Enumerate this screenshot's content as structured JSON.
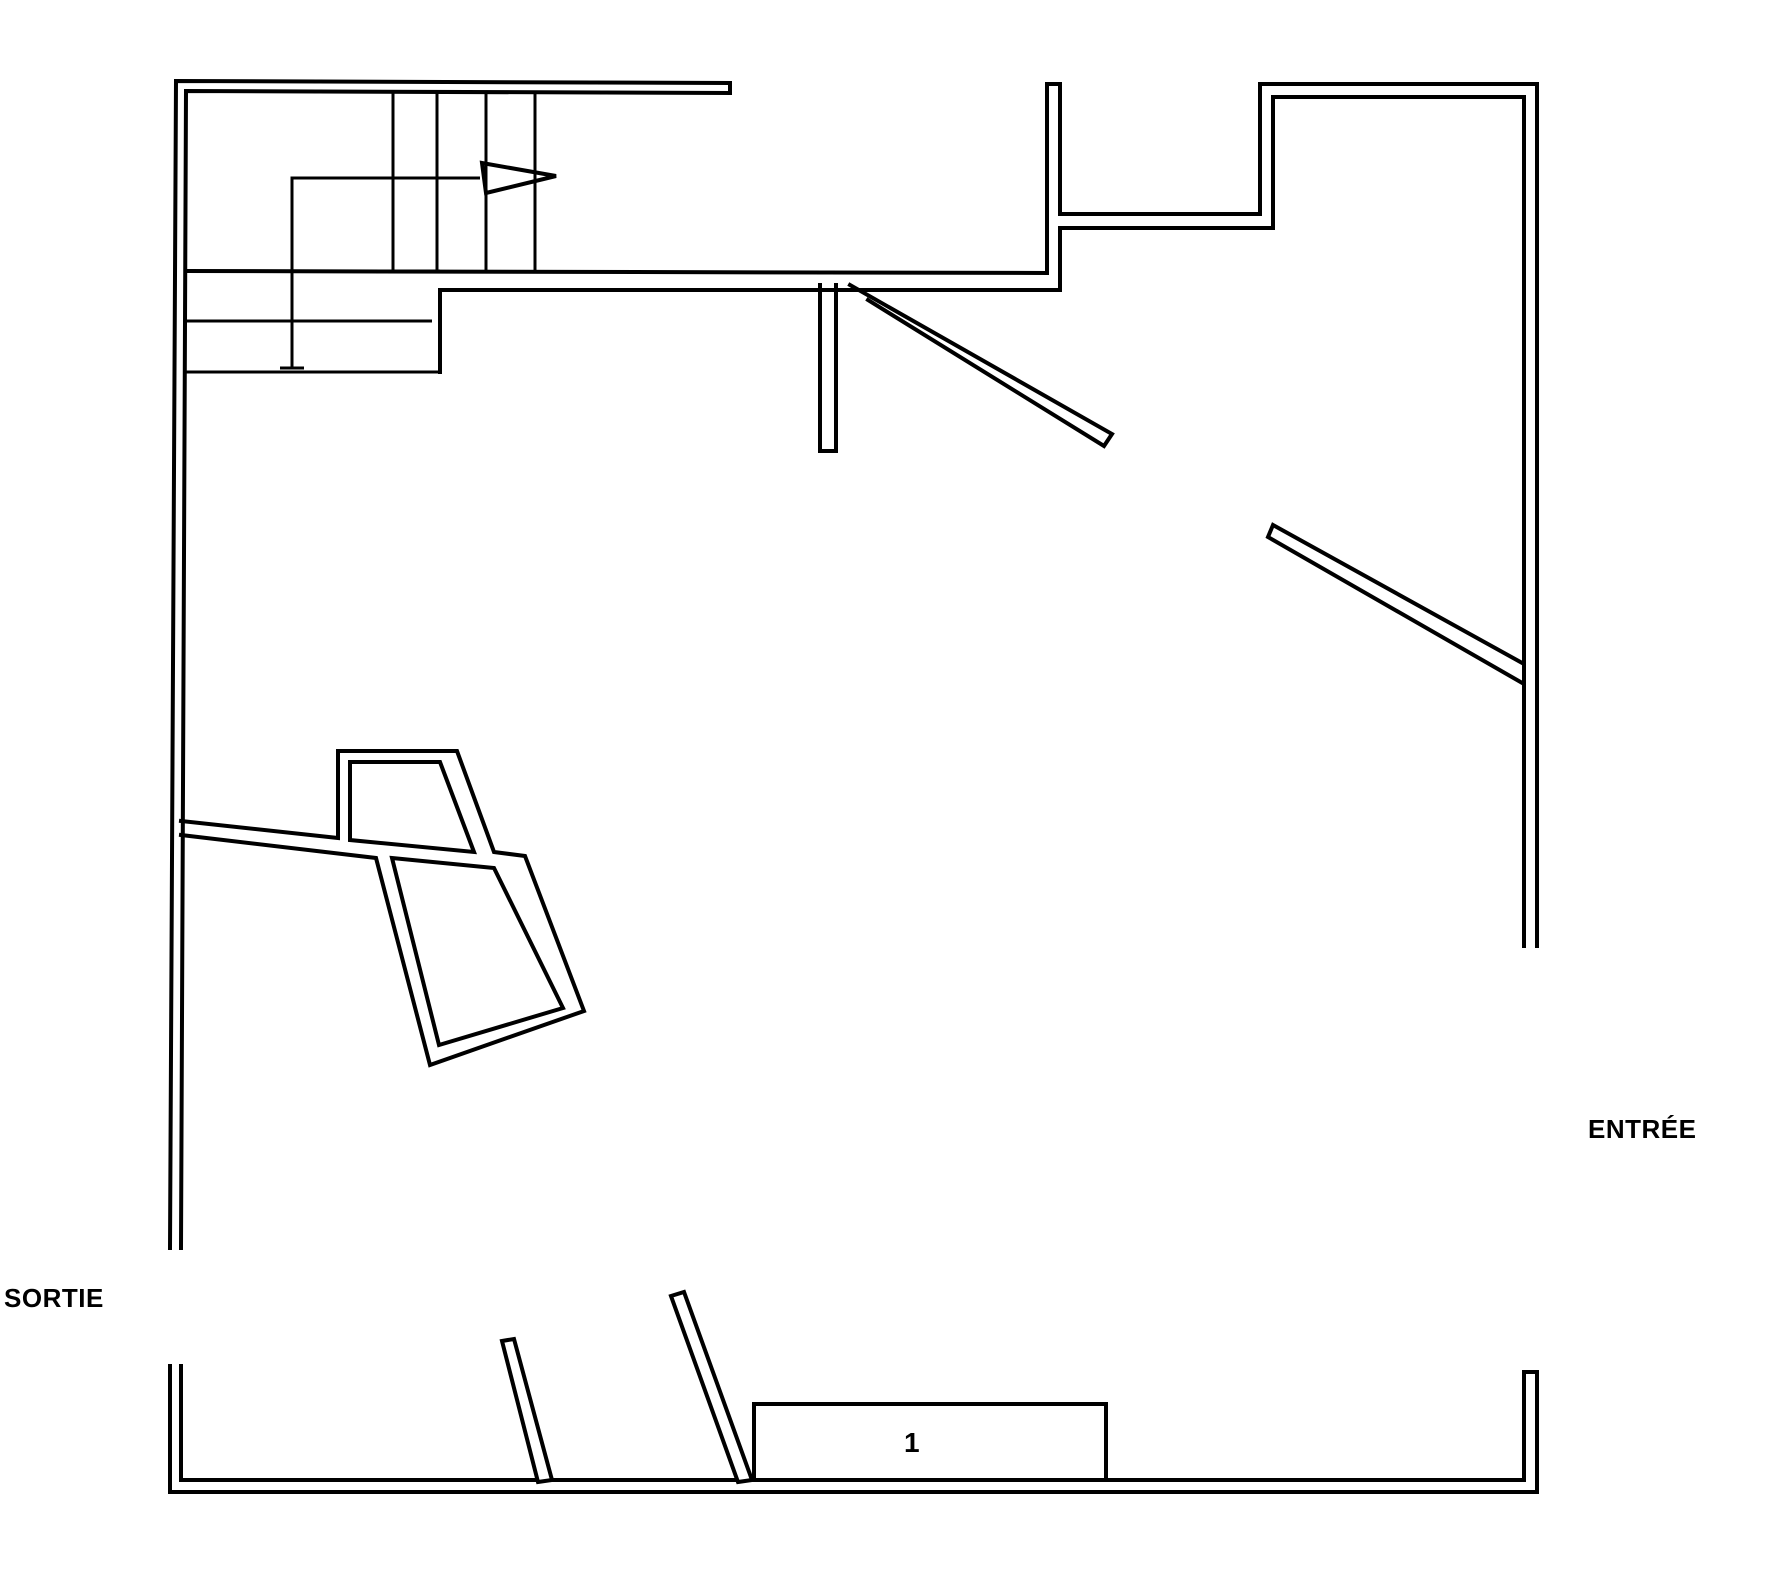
{
  "plan": {
    "labels": {
      "entrance": "ENTRÉE",
      "exit": "SORTIE",
      "zone_1": "1"
    }
  },
  "colors": {
    "wall": "#000000",
    "background": "#ffffff"
  }
}
